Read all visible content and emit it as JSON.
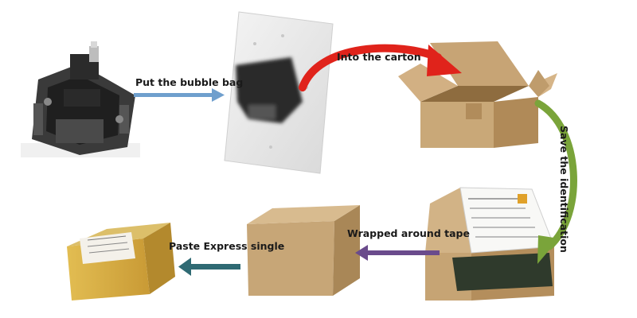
{
  "steps": {
    "bubble_bag": "Put the bubble bag",
    "into_carton": "Into the carton",
    "save_identification": "Save the identification",
    "wrapped_tape": "Wrapped around tape",
    "paste_express": "Paste Express single"
  },
  "colors": {
    "arrow_blue": "#6f9fcd",
    "arrow_red": "#e0231b",
    "arrow_green": "#7aa43a",
    "arrow_purple": "#6a4b8c",
    "arrow_teal": "#2f6a73",
    "cardboard": "#c8a678",
    "cardboard_dark": "#a88554",
    "cardboard_yellow": "#d8b24a"
  }
}
